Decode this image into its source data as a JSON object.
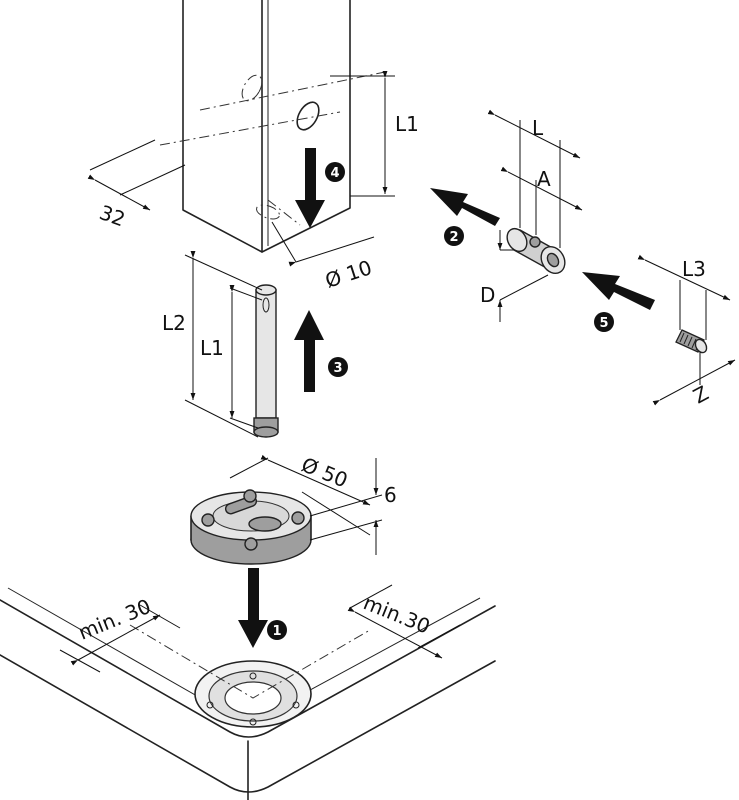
{
  "dimensions": {
    "leg_l1": "L1",
    "leg_32": "32",
    "leg_d10": "Ø 10",
    "bolt_l2": "L2",
    "bolt_l1": "L1",
    "plate_d50": "Ø 50",
    "plate_thk": "6",
    "barrel_l": "L",
    "barrel_a": "A",
    "barrel_d": "D",
    "screw_l3": "L3",
    "screw_z": "Z",
    "edge_left": "min. 30",
    "edge_right": "min.30"
  },
  "steps": [
    "1",
    "2",
    "3",
    "4",
    "5"
  ]
}
